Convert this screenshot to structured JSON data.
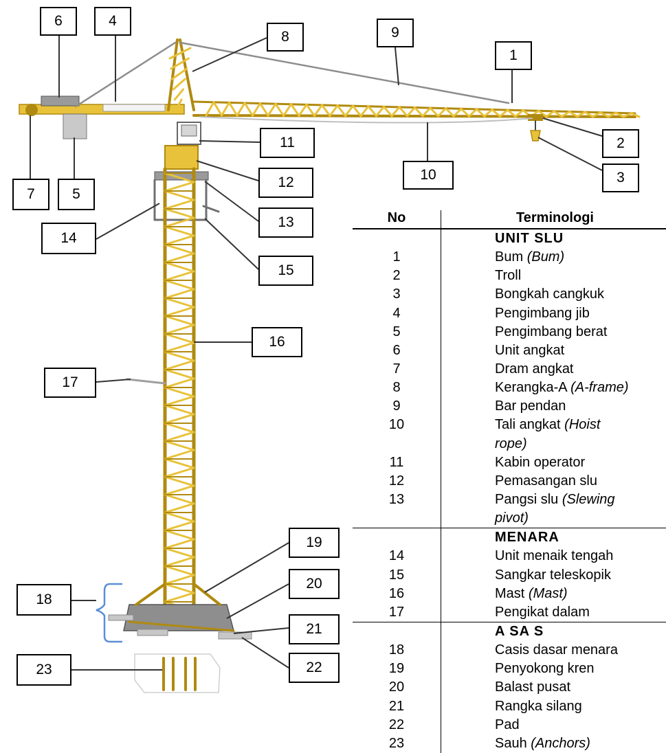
{
  "callouts": [
    {
      "id": "1",
      "text": "1"
    },
    {
      "id": "2",
      "text": "2"
    },
    {
      "id": "3",
      "text": "3"
    },
    {
      "id": "4",
      "text": "4"
    },
    {
      "id": "5",
      "text": "5"
    },
    {
      "id": "6",
      "text": "6"
    },
    {
      "id": "7",
      "text": "7"
    },
    {
      "id": "8",
      "text": "8"
    },
    {
      "id": "9",
      "text": "9"
    },
    {
      "id": "10",
      "text": "10"
    },
    {
      "id": "11",
      "text": "11"
    },
    {
      "id": "12",
      "text": "12"
    },
    {
      "id": "13",
      "text": "13"
    },
    {
      "id": "14",
      "text": "14"
    },
    {
      "id": "15",
      "text": "15"
    },
    {
      "id": "16",
      "text": "16"
    },
    {
      "id": "17",
      "text": "17"
    },
    {
      "id": "18",
      "text": "18"
    },
    {
      "id": "19",
      "text": "19"
    },
    {
      "id": "20",
      "text": "20"
    },
    {
      "id": "21",
      "text": "21"
    },
    {
      "id": "22",
      "text": "22"
    },
    {
      "id": "23",
      "text": "23"
    }
  ],
  "table": {
    "header": {
      "no": "No",
      "term": "Terminologi"
    },
    "sections": [
      {
        "name": "UNIT SLU",
        "rows": [
          {
            "no": "1",
            "term": "Bum ",
            "term_it": "(Bum)"
          },
          {
            "no": "2",
            "term": "Troll",
            "term_it": ""
          },
          {
            "no": "3",
            "term": "Bongkah cangkuk",
            "term_it": ""
          },
          {
            "no": "4",
            "term": "Pengimbang jib",
            "term_it": ""
          },
          {
            "no": "5",
            "term": "Pengimbang berat",
            "term_it": ""
          },
          {
            "no": "6",
            "term": "Unit  angkat",
            "term_it": ""
          },
          {
            "no": "7",
            "term": "Dram angkat",
            "term_it": ""
          },
          {
            "no": "8",
            "term": "Kerangka-A ",
            "term_it": "(A-frame)"
          },
          {
            "no": "9",
            "term": "Bar pendan",
            "term_it": ""
          },
          {
            "no": "10",
            "term": "Tali angkat ",
            "term_it": "(Hoist"
          },
          {
            "no": "",
            "term": "",
            "term_it": "rope)"
          },
          {
            "no": "11",
            "term": "Kabin operator",
            "term_it": ""
          },
          {
            "no": "12",
            "term": "Pemasangan slu",
            "term_it": ""
          },
          {
            "no": "13",
            "term": "Pangsi slu ",
            "term_it": "(Slewing"
          },
          {
            "no": "",
            "term": "",
            "term_it": "pivot)"
          }
        ]
      },
      {
        "name": "MENARA",
        "rows": [
          {
            "no": "14",
            "term": "Unit menaik tengah",
            "term_it": ""
          },
          {
            "no": "15",
            "term": "Sangkar teleskopik",
            "term_it": ""
          },
          {
            "no": "16",
            "term": "Mast ",
            "term_it": "(Mast)"
          },
          {
            "no": "17",
            "term": "Pengikat dalam",
            "term_it": ""
          }
        ]
      },
      {
        "name": "A SA S",
        "rows": [
          {
            "no": "18",
            "term": "Casis dasar menara",
            "term_it": ""
          },
          {
            "no": "19",
            "term": "Penyokong kren",
            "term_it": ""
          },
          {
            "no": "20",
            "term": "Balast pusat",
            "term_it": ""
          },
          {
            "no": "21",
            "term": "Rangka silang",
            "term_it": ""
          },
          {
            "no": "22",
            "term": "Pad",
            "term_it": ""
          },
          {
            "no": "23",
            "term": "Sauh ",
            "term_it": "(Anchors)"
          }
        ]
      }
    ]
  },
  "colors": {
    "crane_yellow": "#e8c23a",
    "crane_dark": "#b08a10",
    "steel_grey": "#9a9a9a",
    "bracket_blue": "#5b8fd6"
  }
}
